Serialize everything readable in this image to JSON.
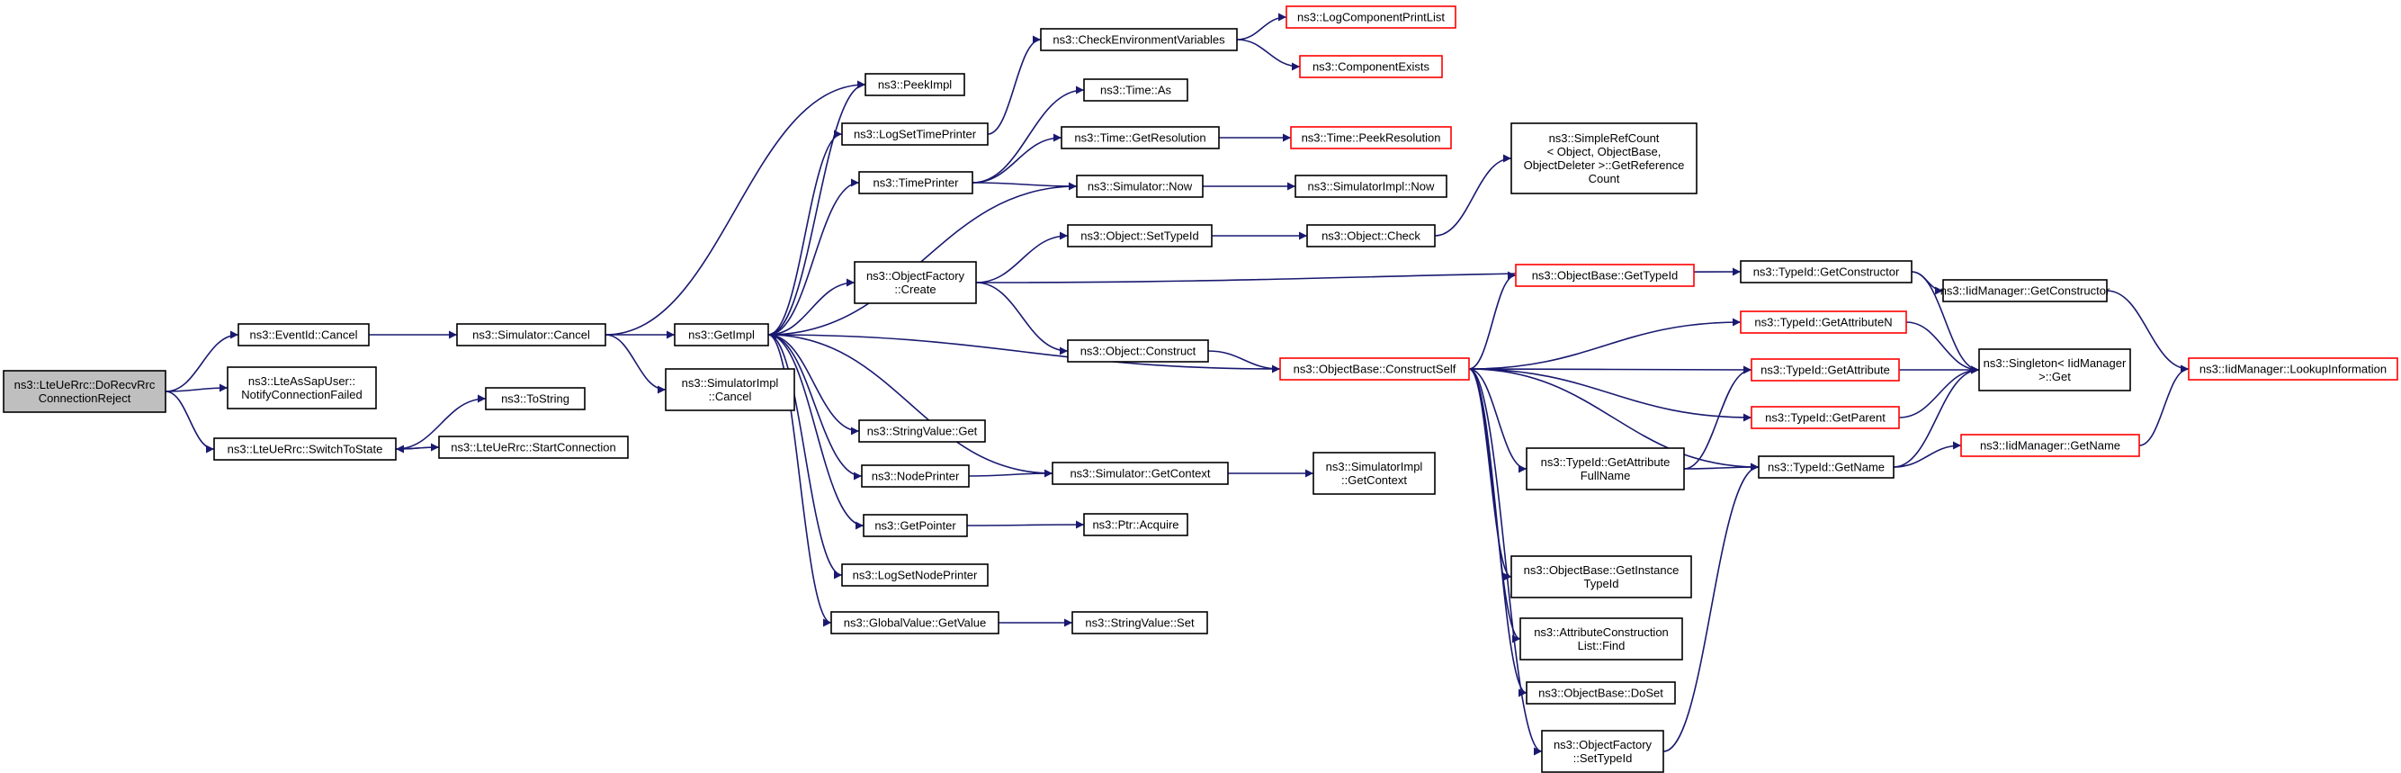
{
  "colors": {
    "edge": "#191970",
    "node_border": "#000000",
    "highlight_border": "#ff0000",
    "root_fill": "#bfbfbf"
  },
  "nodes": {
    "n0": {
      "lines": [
        "ns3::LteUeRrc::DoRecvRrc",
        "ConnectionReject"
      ],
      "style": "root"
    },
    "n1": {
      "lines": [
        "ns3::EventId::Cancel"
      ]
    },
    "n2": {
      "lines": [
        "ns3::LteAsSapUser::",
        "NotifyConnectionFailed"
      ]
    },
    "n3": {
      "lines": [
        "ns3::LteUeRrc::SwitchToState"
      ]
    },
    "n4": {
      "lines": [
        "ns3::Simulator::Cancel"
      ]
    },
    "n5": {
      "lines": [
        "ns3::GetImpl"
      ]
    },
    "n6": {
      "lines": [
        "ns3::SimulatorImpl",
        "::Cancel"
      ]
    },
    "n7": {
      "lines": [
        "ns3::PeekImpl"
      ]
    },
    "n8": {
      "lines": [
        "ns3::LogSetTimePrinter"
      ]
    },
    "n9": {
      "lines": [
        "ns3::TimePrinter"
      ]
    },
    "n10": {
      "lines": [
        "ns3::ObjectFactory",
        "::Create"
      ]
    },
    "n11": {
      "lines": [
        "ns3::StringValue::Get"
      ]
    },
    "n12": {
      "lines": [
        "ns3::NodePrinter"
      ]
    },
    "n13": {
      "lines": [
        "ns3::GetPointer"
      ]
    },
    "n14": {
      "lines": [
        "ns3::LogSetNodePrinter"
      ]
    },
    "n15": {
      "lines": [
        "ns3::GlobalValue::GetValue"
      ]
    },
    "n16": {
      "lines": [
        "ns3::ToString"
      ]
    },
    "n17": {
      "lines": [
        "ns3::LteUeRrc::StartConnection"
      ]
    },
    "n18": {
      "lines": [
        "ns3::CheckEnvironmentVariables"
      ]
    },
    "n19": {
      "lines": [
        "ns3::Time::As"
      ]
    },
    "n20": {
      "lines": [
        "ns3::Time::GetResolution"
      ]
    },
    "n21": {
      "lines": [
        "ns3::Simulator::Now"
      ]
    },
    "n22": {
      "lines": [
        "ns3::Object::SetTypeId"
      ]
    },
    "n23": {
      "lines": [
        "ns3::Object::Construct"
      ]
    },
    "n24": {
      "lines": [
        "ns3::Simulator::GetContext"
      ]
    },
    "n25": {
      "lines": [
        "ns3::Ptr::Acquire"
      ]
    },
    "n26": {
      "lines": [
        "ns3::StringValue::Set"
      ]
    },
    "n27": {
      "lines": [
        "ns3::LogComponentPrintList"
      ],
      "style": "red"
    },
    "n28": {
      "lines": [
        "ns3::ComponentExists"
      ],
      "style": "red"
    },
    "n29": {
      "lines": [
        "ns3::Time::PeekResolution"
      ],
      "style": "red"
    },
    "n30": {
      "lines": [
        "ns3::SimulatorImpl::Now"
      ]
    },
    "n31": {
      "lines": [
        "ns3::Object::Check"
      ]
    },
    "n32": {
      "lines": [
        "ns3::SimpleRefCount",
        "< Object, ObjectBase,",
        "ObjectDeleter >::GetReference",
        "Count"
      ]
    },
    "n33": {
      "lines": [
        "ns3::ObjectBase::ConstructSelf"
      ],
      "style": "red"
    },
    "n34": {
      "lines": [
        "ns3::SimulatorImpl",
        "::GetContext"
      ]
    },
    "n35": {
      "lines": [
        "ns3::ObjectBase::GetTypeId"
      ],
      "style": "red"
    },
    "n36": {
      "lines": [
        "ns3::TypeId::GetAttribute",
        "FullName"
      ]
    },
    "n37": {
      "lines": [
        "ns3::ObjectBase::GetInstance",
        "TypeId"
      ]
    },
    "n38": {
      "lines": [
        "ns3::AttributeConstruction",
        "List::Find"
      ]
    },
    "n39": {
      "lines": [
        "ns3::ObjectBase::DoSet"
      ]
    },
    "n40": {
      "lines": [
        "ns3::ObjectFactory",
        "::SetTypeId"
      ]
    },
    "n41": {
      "lines": [
        "ns3::TypeId::GetConstructor"
      ]
    },
    "n42": {
      "lines": [
        "ns3::TypeId::GetAttributeN"
      ],
      "style": "red"
    },
    "n43": {
      "lines": [
        "ns3::TypeId::GetAttribute"
      ],
      "style": "red"
    },
    "n44": {
      "lines": [
        "ns3::TypeId::GetParent"
      ],
      "style": "red"
    },
    "n45": {
      "lines": [
        "ns3::TypeId::GetName"
      ]
    },
    "n46": {
      "lines": [
        "ns3::IidManager::GetConstructor"
      ]
    },
    "n47": {
      "lines": [
        "ns3::Singleton< IidManager",
        ">::Get"
      ]
    },
    "n48": {
      "lines": [
        "ns3::IidManager::GetName"
      ],
      "style": "red"
    },
    "n49": {
      "lines": [
        "ns3::IidManager::LookupInformation"
      ],
      "style": "red"
    }
  },
  "edges": [
    [
      "n0",
      "n1"
    ],
    [
      "n0",
      "n2"
    ],
    [
      "n0",
      "n3"
    ],
    [
      "n1",
      "n4"
    ],
    [
      "n4",
      "n5"
    ],
    [
      "n4",
      "n6"
    ],
    [
      "n4",
      "n7"
    ],
    [
      "n3",
      "n16"
    ],
    [
      "n3",
      "n17"
    ],
    [
      "n17",
      "n3"
    ],
    [
      "n5",
      "n7"
    ],
    [
      "n5",
      "n8"
    ],
    [
      "n5",
      "n9"
    ],
    [
      "n5",
      "n10"
    ],
    [
      "n5",
      "n11"
    ],
    [
      "n5",
      "n12"
    ],
    [
      "n5",
      "n13"
    ],
    [
      "n5",
      "n14"
    ],
    [
      "n5",
      "n15"
    ],
    [
      "n8",
      "n18"
    ],
    [
      "n18",
      "n27"
    ],
    [
      "n18",
      "n28"
    ],
    [
      "n9",
      "n19"
    ],
    [
      "n9",
      "n20"
    ],
    [
      "n9",
      "n21"
    ],
    [
      "n20",
      "n29"
    ],
    [
      "n21",
      "n30"
    ],
    [
      "n21",
      "n5"
    ],
    [
      "n10",
      "n22"
    ],
    [
      "n10",
      "n23"
    ],
    [
      "n10",
      "n41"
    ],
    [
      "n22",
      "n31"
    ],
    [
      "n31",
      "n32"
    ],
    [
      "n23",
      "n33"
    ],
    [
      "n12",
      "n24"
    ],
    [
      "n24",
      "n5"
    ],
    [
      "n24",
      "n34"
    ],
    [
      "n13",
      "n25"
    ],
    [
      "n15",
      "n26"
    ],
    [
      "n33",
      "n35"
    ],
    [
      "n33",
      "n42"
    ],
    [
      "n33",
      "n43"
    ],
    [
      "n33",
      "n44"
    ],
    [
      "n33",
      "n36"
    ],
    [
      "n33",
      "n45"
    ],
    [
      "n33",
      "n37"
    ],
    [
      "n33",
      "n38"
    ],
    [
      "n33",
      "n39"
    ],
    [
      "n33",
      "n40"
    ],
    [
      "n33",
      "n5"
    ],
    [
      "n36",
      "n43"
    ],
    [
      "n36",
      "n45"
    ],
    [
      "n40",
      "n45"
    ],
    [
      "n41",
      "n46"
    ],
    [
      "n41",
      "n47"
    ],
    [
      "n46",
      "n49"
    ],
    [
      "n42",
      "n47"
    ],
    [
      "n43",
      "n47"
    ],
    [
      "n44",
      "n47"
    ],
    [
      "n45",
      "n47"
    ],
    [
      "n45",
      "n48"
    ],
    [
      "n48",
      "n49"
    ]
  ]
}
